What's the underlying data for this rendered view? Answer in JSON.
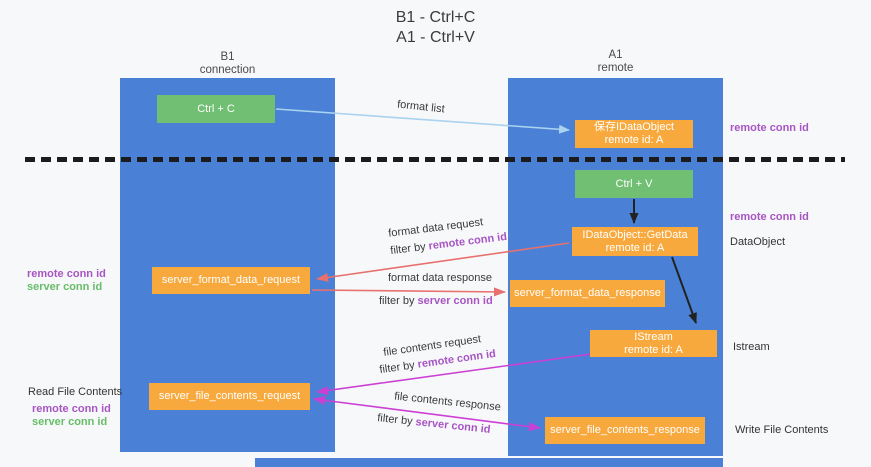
{
  "title": {
    "line1": "B1 - Ctrl+C",
    "line2": "A1 - Ctrl+V"
  },
  "lanes": {
    "left": {
      "title": "B1",
      "subtitle": "connection"
    },
    "right": {
      "title": "A1",
      "subtitle": "remote"
    }
  },
  "nodes": {
    "ctrl_c": {
      "label": "Ctrl + C"
    },
    "ctrl_v": {
      "label": "Ctrl + V"
    },
    "save_idataobject": {
      "line1": "保存IDataObject",
      "line2": "remote id: A"
    },
    "getdata": {
      "line1": "IDataObject::GetData",
      "line2": "remote id: A"
    },
    "istream": {
      "line1": "IStream",
      "line2": "remote id: A"
    },
    "format_request": {
      "label": "server_format_data_request"
    },
    "format_response": {
      "label": "server_format_data_response"
    },
    "file_request": {
      "label": "server_file_contents_request"
    },
    "file_response": {
      "label": "server_file_contents_response"
    }
  },
  "arrow_labels": {
    "format_list": "format list",
    "format_data_request": "format data request",
    "format_data_response": "format data response",
    "file_contents_request": "file contents request",
    "file_contents_response": "file contents response"
  },
  "terms": {
    "filter_by": "filter by",
    "remote_conn_id": "remote conn id",
    "server_conn_id": "server conn id"
  },
  "side_labels": {
    "dataobject": "DataObject",
    "istream": "Istream",
    "read_file_contents": "Read File Contents",
    "write_file_contents": "Write File Contents"
  },
  "colors": {
    "lane_blue": "#4a80d5",
    "node_green": "#70bf72",
    "node_orange": "#f8a93d",
    "arrow_light_blue": "#a9d3ee",
    "arrow_red": "#e8716f",
    "arrow_magenta": "#cc3fd4",
    "arrow_black": "#222222",
    "text_purple": "#a855c4",
    "text_green": "#67bd68"
  }
}
